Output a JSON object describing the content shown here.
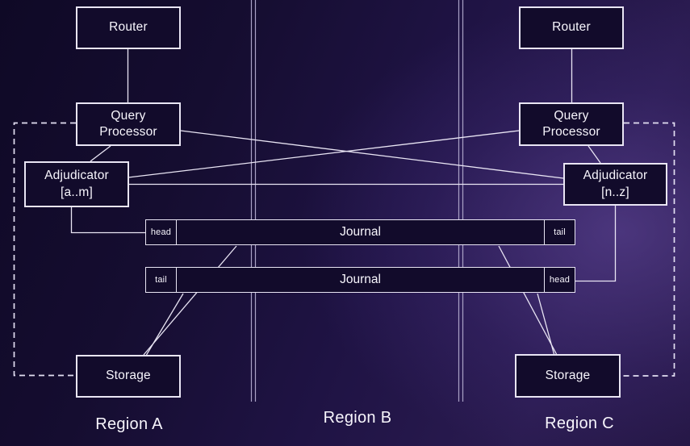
{
  "colors": {
    "background_dark": "#0f0926",
    "background_glow": "#362564",
    "box_fill": "#120b2b",
    "box_border": "#e9e5f4",
    "connector": "#e9e5f4",
    "text": "#f7f5fc"
  },
  "nodes": {
    "router_a": {
      "label": "Router"
    },
    "query_processor_a": {
      "label": "Query\nProcessor"
    },
    "adjudicator_a": {
      "label": "Adjudicator\n[a..m]"
    },
    "storage_a": {
      "label": "Storage"
    },
    "router_c": {
      "label": "Router"
    },
    "query_processor_c": {
      "label": "Query\nProcessor"
    },
    "adjudicator_c": {
      "label": "Adjudicator\n[n..z]"
    },
    "storage_c": {
      "label": "Storage"
    }
  },
  "journals": {
    "top": {
      "left_cell": "head",
      "label": "Journal",
      "right_cell": "tail"
    },
    "bottom": {
      "left_cell": "tail",
      "label": "Journal",
      "right_cell": "head"
    }
  },
  "regions": {
    "a": {
      "label": "Region A"
    },
    "b": {
      "label": "Region B"
    },
    "c": {
      "label": "Region C"
    }
  }
}
